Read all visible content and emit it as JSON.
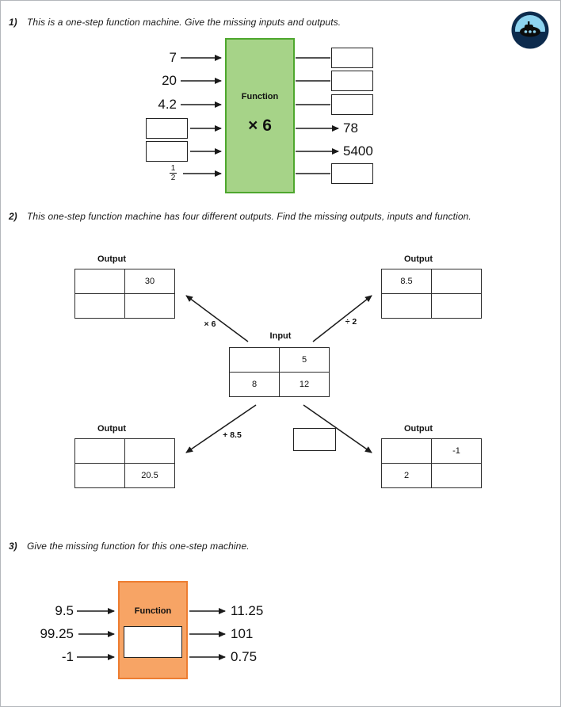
{
  "logo": {
    "icon": "submarine-icon",
    "sky_color": "#8ed4f0",
    "sea_color": "#0d2b4d"
  },
  "q1": {
    "number": "1)",
    "prompt": "This is a one-step function machine. Give the missing inputs and outputs.",
    "machine": {
      "label": "Function",
      "operation": "× 6",
      "fill": "#a6d388",
      "border": "#4ea72e"
    },
    "inputs": [
      "7",
      "20",
      "4.2"
    ],
    "fraction": {
      "numerator": "1",
      "denominator": "2"
    },
    "outputs": [
      "78",
      "5400"
    ]
  },
  "q2": {
    "number": "2)",
    "prompt": "This one-step function machine has four different outputs. Find the missing outputs, inputs and function.",
    "input_table": {
      "label": "Input",
      "cells": [
        [
          "",
          "5"
        ],
        [
          "8",
          "12"
        ]
      ]
    },
    "output_tables": {
      "top_left": {
        "label": "Output",
        "operation": "× 6",
        "cells": [
          [
            "",
            "30"
          ],
          [
            "",
            ""
          ]
        ]
      },
      "top_right": {
        "label": "Output",
        "operation": "÷ 2",
        "cells": [
          [
            "8.5",
            ""
          ],
          [
            "",
            ""
          ]
        ]
      },
      "bottom_left": {
        "label": "Output",
        "operation": "+ 8.5",
        "cells": [
          [
            "",
            ""
          ],
          [
            "",
            "20.5"
          ]
        ]
      },
      "bottom_right": {
        "label": "Output",
        "operation": "",
        "cells": [
          [
            "",
            "-1"
          ],
          [
            "2",
            ""
          ]
        ]
      }
    }
  },
  "q3": {
    "number": "3)",
    "prompt": "Give the missing function for this one-step machine.",
    "machine": {
      "label": "Function",
      "fill": "#f7a465",
      "border": "#ed7d31"
    },
    "inputs": [
      "9.5",
      "99.25",
      "-1"
    ],
    "outputs": [
      "11.25",
      "101",
      "0.75"
    ]
  }
}
